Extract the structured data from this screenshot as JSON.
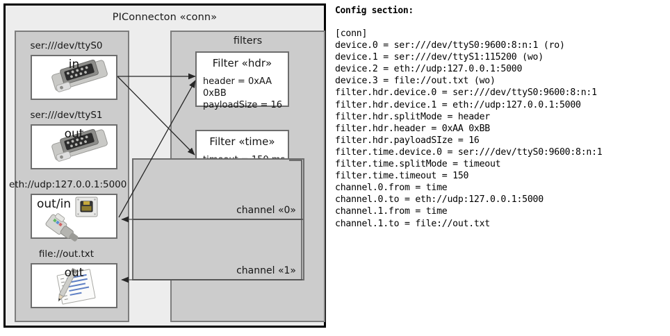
{
  "diagram": {
    "title": "PIConnecton «conn»",
    "devices_group": {
      "title": ""
    },
    "filters_group": {
      "title": "filters"
    },
    "devices": [
      {
        "label": "ser:///dev/ttyS0",
        "io": "in",
        "icon": "serial-port-icon"
      },
      {
        "label": "ser:///dev/ttyS1",
        "io": "out",
        "icon": "serial-port-icon"
      },
      {
        "label": "eth://udp:127.0.0.1:5000",
        "io": "out/in",
        "icon": "ethernet-jack-icon"
      },
      {
        "label": "file://out.txt",
        "io": "out",
        "icon": "document-pencil-icon"
      }
    ],
    "filters": [
      {
        "title": "Filter «hdr»",
        "attrs": [
          "header = 0xAA 0xBB",
          "payloadSize = 16"
        ]
      },
      {
        "title": "Filter «time»",
        "attrs": [
          "timeout = 150 ms"
        ]
      }
    ],
    "channels": [
      {
        "label": "channel «0»"
      },
      {
        "label": "channel «1»"
      }
    ],
    "colors": {
      "canvas": "#ededed",
      "group": "#cccccc",
      "card": "#ffffff",
      "frame": "#000000",
      "border": "#6d6d6d",
      "line": "#333333"
    }
  },
  "config": {
    "heading": "Config section:",
    "lines": [
      "[conn]",
      "device.0 = ser:///dev/ttyS0:9600:8:n:1 (ro)",
      "device.1 = ser:///dev/ttyS1:115200 (wo)",
      "device.2 = eth://udp:127.0.0.1:5000",
      "device.3 = file://out.txt (wo)",
      "filter.hdr.device.0 = ser:///dev/ttyS0:9600:8:n:1",
      "filter.hdr.device.1 = eth://udp:127.0.0.1:5000",
      "filter.hdr.splitMode = header",
      "filter.hdr.header = 0xAA 0xBB",
      "filter.hdr.payloadSIze = 16",
      "filter.time.device.0 = ser:///dev/ttyS0:9600:8:n:1",
      "filter.time.splitMode = timeout",
      "filter.time.timeout = 150",
      "channel.0.from = time",
      "channel.0.to = eth://udp:127.0.0.1:5000",
      "channel.1.from = time",
      "channel.1.to = file://out.txt"
    ]
  }
}
